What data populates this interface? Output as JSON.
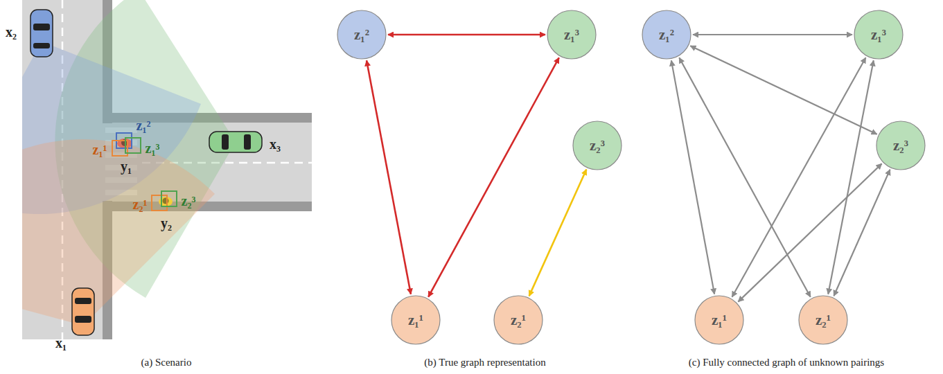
{
  "diagram": {
    "nodes": [
      {
        "text": [
          "z₁²"
        ]
      },
      {
        "text": [
          "z₁³"
        ]
      },
      {
        "text": [
          "z₂³"
        ]
      },
      {
        "text": [
          "z₁¹"
        ]
      },
      {
        "text": [
          "z₂¹"
        ]
      },
      {
        "text": [
          "z₁²"
        ]
      },
      {
        "text": [
          "z₁³"
        ]
      },
      {
        "text": [
          "z₂³"
        ]
      },
      {
        "text": [
          "z₁¹"
        ]
      },
      {
        "text": [
          "z₂¹"
        ]
      }
    ],
    "edges": [
      {
        "from": 0,
        "to": 1,
        "arrow": "both"
      },
      {
        "from": 0,
        "to": 3,
        "arrow": "both"
      },
      {
        "from": 1,
        "to": 3,
        "arrow": "both"
      },
      {
        "from": 2,
        "to": 4,
        "arrow": "both"
      },
      {
        "from": 5,
        "to": 6,
        "arrow": "both"
      },
      {
        "from": 5,
        "to": 7,
        "arrow": "both"
      },
      {
        "from": 5,
        "to": 8,
        "arrow": "both"
      },
      {
        "from": 5,
        "to": 9,
        "arrow": "both"
      },
      {
        "from": 6,
        "to": 8,
        "arrow": "both"
      },
      {
        "from": 6,
        "to": 9,
        "arrow": "both"
      },
      {
        "from": 7,
        "to": 8,
        "arrow": "both"
      },
      {
        "from": 7,
        "to": 9,
        "arrow": "both"
      }
    ],
    "labels": [
      "x₂",
      "z₁²",
      "z₁¹",
      "y₁",
      "z₁³",
      "x₃",
      "z₂¹",
      "z₂³",
      "y₂",
      "x₁",
      "(a) Scenario",
      "(b) True graph representation",
      "(c) Fully connected graph of unknown pairings"
    ]
  }
}
